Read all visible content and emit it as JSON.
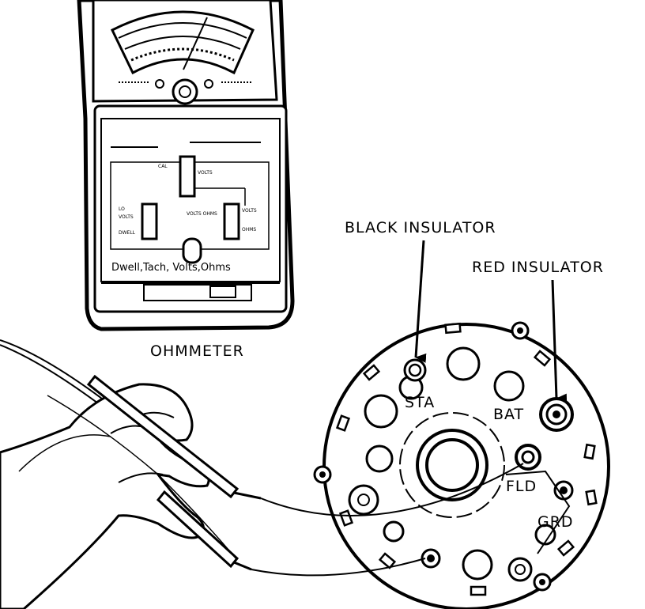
{
  "labels": {
    "black_insulator": "BLACK INSULATOR",
    "red_insulator": "RED INSULATOR",
    "ohmmeter": "OHMMETER",
    "sta": "STA",
    "bat": "BAT",
    "fld": "FLD",
    "grd": "GRD",
    "meter_modes": "Dwell,Tach, Volts,Ohms"
  }
}
